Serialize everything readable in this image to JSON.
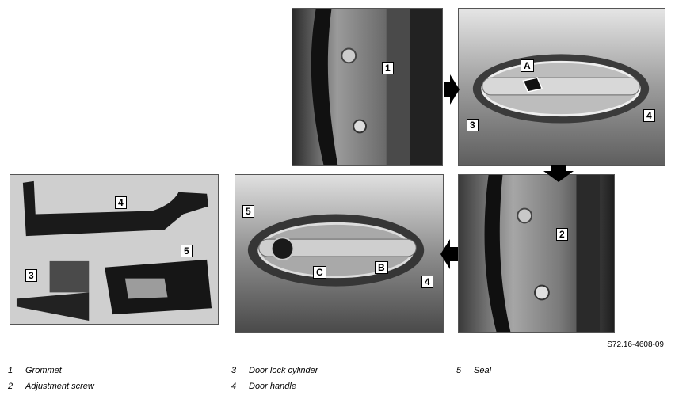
{
  "panels": {
    "p1": {
      "callouts": [
        "1"
      ]
    },
    "p2": {
      "callouts": [
        "A",
        "3",
        "4"
      ]
    },
    "p3": {
      "callouts": [
        "2"
      ]
    },
    "p4": {
      "callouts": [
        "5",
        "B",
        "C",
        "4"
      ]
    },
    "p5": {
      "callouts": [
        "4",
        "3",
        "5"
      ]
    }
  },
  "reference": "S72.16-4608-09",
  "legend": [
    {
      "num": "1",
      "text": "Grommet"
    },
    {
      "num": "2",
      "text": "Adjustment screw"
    },
    {
      "num": "3",
      "text": "Door lock cylinder"
    },
    {
      "num": "4",
      "text": "Door handle"
    },
    {
      "num": "5",
      "text": "Seal"
    }
  ]
}
